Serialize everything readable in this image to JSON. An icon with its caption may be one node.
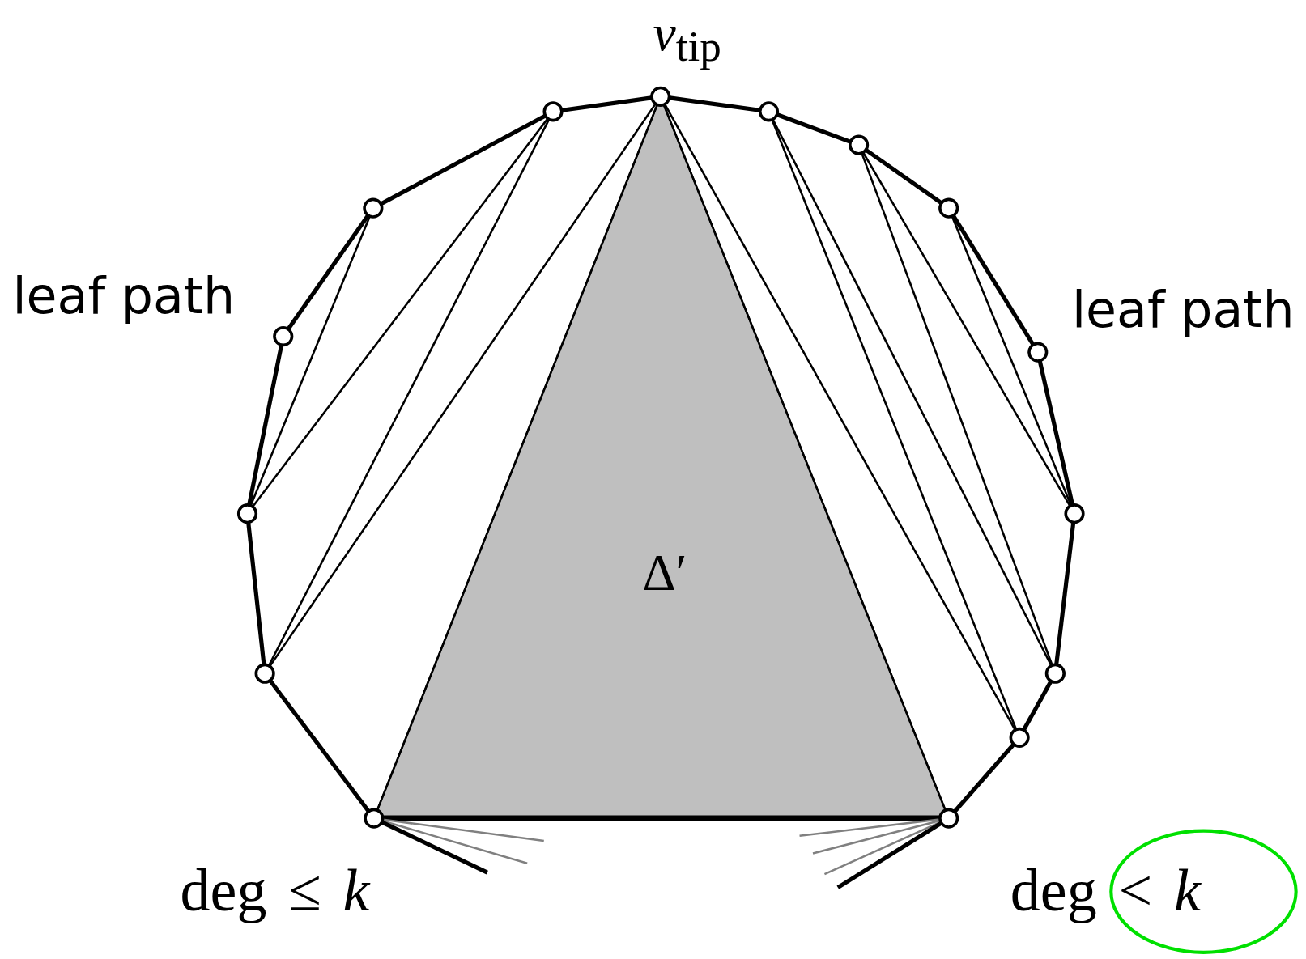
{
  "diagram": {
    "nodes": [
      {
        "text": [],
        "shape": "circle",
        "beside": [
          "*v*$_{tip}$"
        ]
      },
      {
        "text": [],
        "shape": "circle"
      },
      {
        "text": [],
        "shape": "circle"
      },
      {
        "text": [],
        "shape": "circle"
      },
      {
        "text": [],
        "shape": "circle"
      },
      {
        "text": [],
        "shape": "circle"
      },
      {
        "text": [],
        "shape": "circle"
      },
      {
        "text": [],
        "shape": "circle"
      },
      {
        "text": [],
        "shape": "circle"
      },
      {
        "text": [],
        "shape": "circle"
      },
      {
        "text": [],
        "shape": "circle"
      },
      {
        "text": [],
        "shape": "circle"
      },
      {
        "text": [],
        "shape": "circle"
      },
      {
        "text": [],
        "shape": "circle"
      },
      {
        "text": [],
        "shape": "circle"
      },
      {
        "text": [
          "Δ′"
        ]
      }
    ],
    "edges": [
      {
        "from": 0,
        "to": 1,
        "arrow": "none",
        "style": "thick"
      },
      {
        "from": 1,
        "to": 2,
        "arrow": "none",
        "style": "thick"
      },
      {
        "from": 2,
        "to": 3,
        "arrow": "none",
        "style": "thick"
      },
      {
        "from": 3,
        "to": 4,
        "arrow": "none",
        "style": "thick"
      },
      {
        "from": 4,
        "to": 5,
        "arrow": "none",
        "style": "thick"
      },
      {
        "from": 5,
        "to": 6,
        "arrow": "none",
        "style": "thick"
      },
      {
        "from": 6,
        "to": 7,
        "arrow": "none",
        "style": "thick"
      },
      {
        "from": 7,
        "to": 8,
        "arrow": "none",
        "style": "thick"
      },
      {
        "from": 8,
        "to": 9,
        "arrow": "none",
        "style": "thick"
      },
      {
        "from": 9,
        "to": 10,
        "arrow": "none",
        "style": "thick"
      },
      {
        "from": 10,
        "to": 11,
        "arrow": "none",
        "style": "thick"
      },
      {
        "from": 11,
        "to": 12,
        "arrow": "none",
        "style": "thick"
      },
      {
        "from": 12,
        "to": 13,
        "arrow": "none",
        "style": "thick"
      },
      {
        "from": 13,
        "to": 14,
        "arrow": "none",
        "style": "thick"
      },
      {
        "from": 14,
        "to": 0,
        "arrow": "none",
        "style": "thick"
      },
      {
        "from": 2,
        "to": 4,
        "arrow": "none"
      },
      {
        "from": 1,
        "to": 4,
        "arrow": "none"
      },
      {
        "from": 1,
        "to": 5,
        "arrow": "none"
      },
      {
        "from": 0,
        "to": 5,
        "arrow": "none"
      },
      {
        "from": 0,
        "to": 6,
        "arrow": "none"
      },
      {
        "from": 0,
        "to": 7,
        "arrow": "none"
      },
      {
        "from": 0,
        "to": 8,
        "arrow": "none"
      },
      {
        "from": 14,
        "to": 8,
        "arrow": "none"
      },
      {
        "from": 14,
        "to": 9,
        "arrow": "none"
      },
      {
        "from": 13,
        "to": 9,
        "arrow": "none"
      },
      {
        "from": 13,
        "to": 10,
        "arrow": "none"
      },
      {
        "from": 12,
        "to": 10,
        "arrow": "none"
      },
      {
        "from": 6,
        "to": null,
        "arrow": "none",
        "color": "#808080"
      },
      {
        "from": 6,
        "to": null,
        "arrow": "none",
        "color": "#808080"
      },
      {
        "from": 6,
        "to": null,
        "arrow": "none",
        "style": "thick"
      },
      {
        "from": 7,
        "to": null,
        "arrow": "none",
        "color": "#808080"
      },
      {
        "from": 7,
        "to": null,
        "arrow": "none",
        "color": "#808080"
      },
      {
        "from": 7,
        "to": null,
        "arrow": "none",
        "color": "#808080"
      },
      {
        "from": 7,
        "to": null,
        "arrow": "none",
        "style": "thick"
      }
    ],
    "labels": [
      "leaf path",
      "leaf path",
      "deg ≤ *k*",
      "deg < *k*"
    ]
  }
}
